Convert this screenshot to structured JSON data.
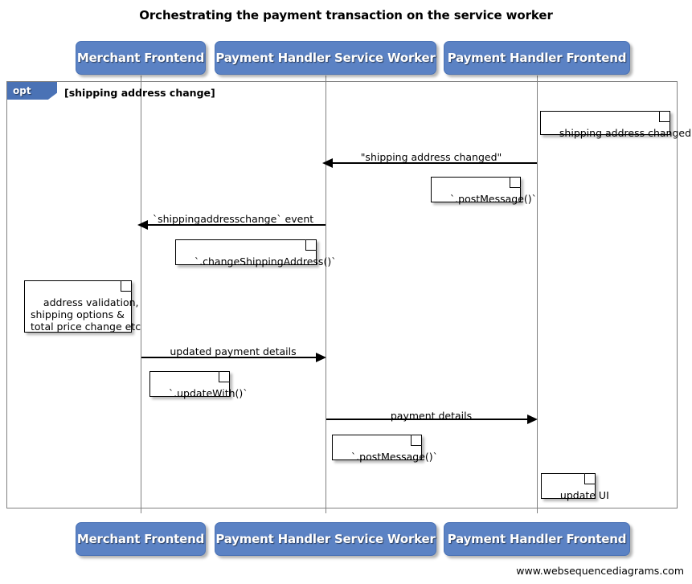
{
  "diagram": {
    "title": "Orchestrating the payment transaction on the service worker",
    "credit": "www.websequencediagrams.com",
    "accent_color": "#5b82c4",
    "tag_color": "#4a72b5",
    "line_color": "#808080"
  },
  "participants": [
    {
      "id": "merchant-frontend",
      "label": "Merchant Frontend"
    },
    {
      "id": "payment-handler-service-worker",
      "label": "Payment Handler Service Worker"
    },
    {
      "id": "payment-handler-frontend",
      "label": "Payment Handler Frontend"
    }
  ],
  "fragment": {
    "type": "opt",
    "tag_label": "opt",
    "guard": "[shipping address change]"
  },
  "messages": [
    {
      "id": "shipping-address-changed",
      "label": "\"shipping address changed\"",
      "from": "payment-handler-frontend",
      "to": "payment-handler-service-worker",
      "direction": "left"
    },
    {
      "id": "shippingaddresschange-event",
      "label": "`shippingaddresschange` event",
      "from": "payment-handler-service-worker",
      "to": "merchant-frontend",
      "direction": "left"
    },
    {
      "id": "updated-payment-details",
      "label": "updated payment details",
      "from": "merchant-frontend",
      "to": "payment-handler-service-worker",
      "direction": "right"
    },
    {
      "id": "payment-details",
      "label": "payment details",
      "from": "payment-handler-service-worker",
      "to": "payment-handler-frontend",
      "direction": "right"
    }
  ],
  "notes": [
    {
      "id": "note-shipping-address-changed",
      "text": "shipping address changed"
    },
    {
      "id": "note-post-message-1",
      "text": "`.postMessage()`"
    },
    {
      "id": "note-change-shipping-address",
      "text": "`.changeShippingAddress()`"
    },
    {
      "id": "note-address-validation",
      "text": "address validation,\nshipping options &\ntotal price change etc"
    },
    {
      "id": "note-update-with",
      "text": "`.updateWith()`"
    },
    {
      "id": "note-post-message-2",
      "text": "`.postMessage()`"
    },
    {
      "id": "note-update-ui",
      "text": "update UI"
    }
  ]
}
